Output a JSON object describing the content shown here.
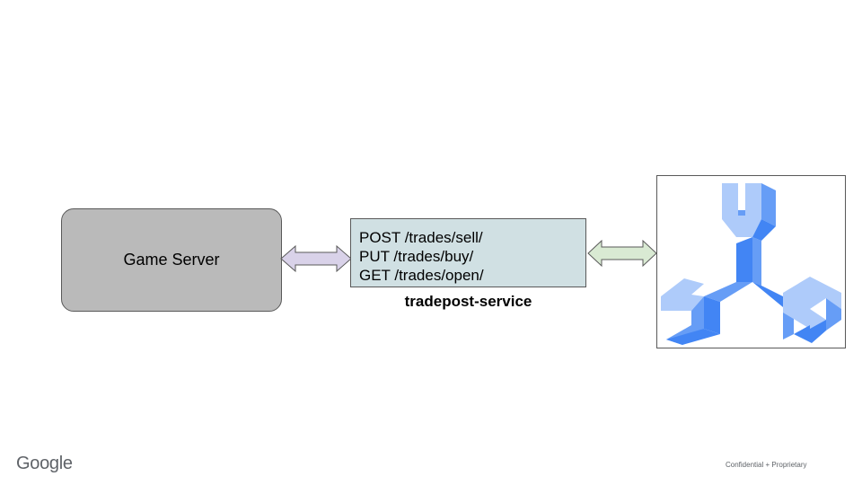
{
  "game_server": {
    "label": "Game Server"
  },
  "service": {
    "endpoints": [
      "POST /trades/sell/",
      "PUT /trades/buy/",
      "GET /trades/open/"
    ],
    "name": "tradepost-service"
  },
  "icon": {
    "name": "spanner-database-icon"
  },
  "colors": {
    "game_server_fill": "#bababa",
    "service_fill": "#d0e0e3",
    "arrow_left_fill": "#d9d2e9",
    "arrow_right_fill": "#d9ead3",
    "icon_light": "#aecbfa",
    "icon_mid": "#669df6",
    "icon_dark": "#4285f4"
  },
  "footer": {
    "logo": "Google",
    "confidential": "Confidential + Proprietary"
  }
}
